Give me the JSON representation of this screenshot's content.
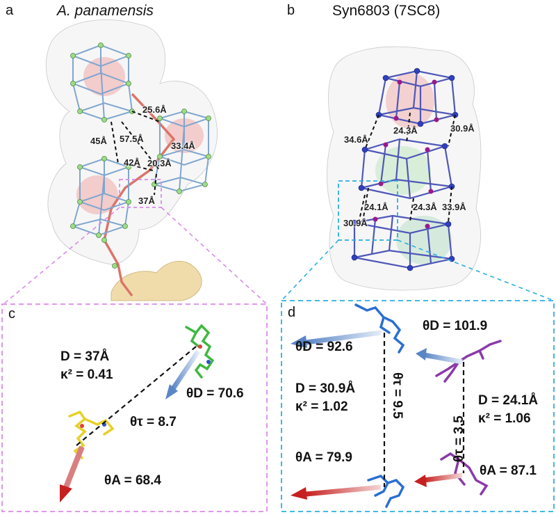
{
  "panel_a": {
    "letter": "a",
    "title": "A. panamensis",
    "distances": {
      "d1": "25.6Å",
      "d2": "45Å",
      "d3": "57.5Å",
      "d4": "33.4Å",
      "d5": "42Å",
      "d6": "20.3Å",
      "d7": "37Å"
    }
  },
  "panel_b": {
    "letter": "b",
    "title": "Syn6803 (7SC8)",
    "distances": {
      "d1": "34.6Å",
      "d2": "24.3Å",
      "d3": "30.9Å",
      "d4": "24.1Å",
      "d5": "24.3Å",
      "d6": "33.9Å",
      "d7": "30.9Å"
    }
  },
  "panel_c": {
    "letter": "c",
    "D": "D = 37Å",
    "kappa": "κ² = 0.41",
    "theta_D": "θD = 70.6",
    "theta_tau": "θτ = 8.7",
    "theta_A": "θA = 68.4"
  },
  "panel_d": {
    "letter": "d",
    "theta_D_left": "θD = 92.6",
    "theta_D_right": "θD = 101.9",
    "D_left": "D = 30.9Å",
    "kappa_left": "κ² = 1.02",
    "D_right": "D = 24.1Å",
    "kappa_right": "κ² = 1.06",
    "theta_tau_left": "θτ = 9.5",
    "theta_tau_right": "θτ = 3.5",
    "theta_A_left": "θA = 79.9",
    "theta_A_right": "θA = 87.1"
  },
  "colors": {
    "magenta_box": "#d98ae8",
    "cyan_box": "#29aee0",
    "cube_a": "#7fa6cf",
    "cube_b": "#4e57b8",
    "linker": "#d9756a"
  }
}
